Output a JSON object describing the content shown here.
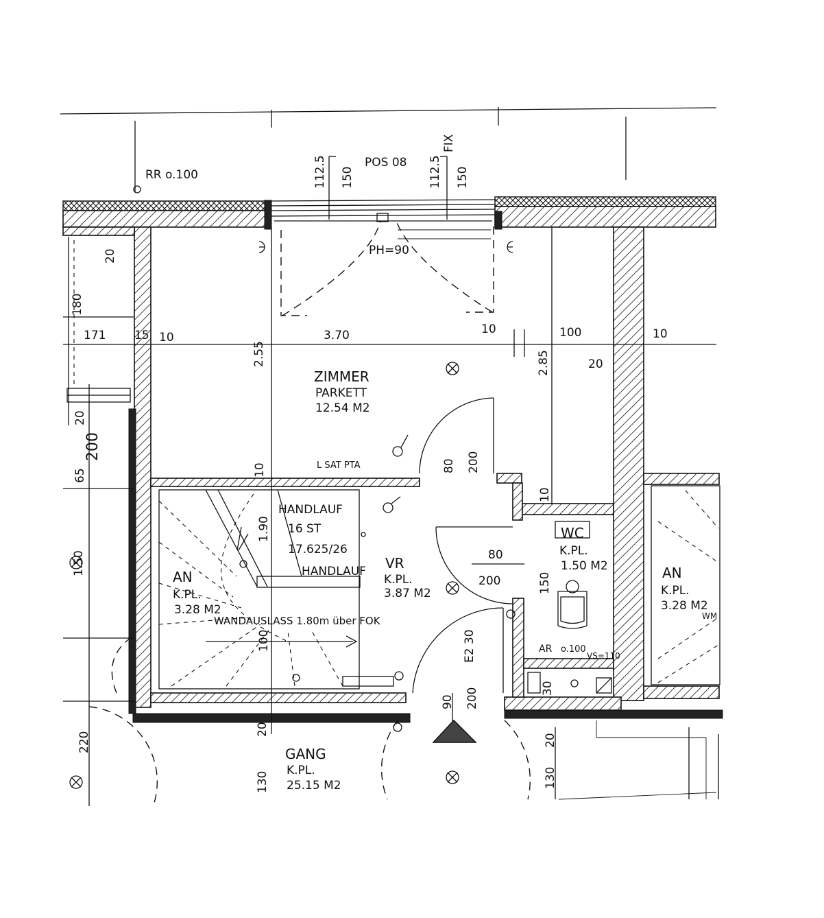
{
  "plan": {
    "top_labels": {
      "rr": "RR o.100",
      "pos": "POS 08",
      "fix": "FIX",
      "h1": "112.5",
      "h2": "150",
      "h3": "112.5",
      "h4": "150"
    },
    "dims": {
      "d20_left": "20",
      "d180": "180",
      "d171": "171",
      "d15": "15",
      "d10_a": "10",
      "d370": "3.70",
      "d10_b": "10",
      "d100": "100",
      "d10_c": "10",
      "d255": "2.55",
      "d285": "2.85",
      "d20_r": "20",
      "d20_mid": "20",
      "d200_left": "200",
      "d65": "65",
      "d80_door": "80",
      "d200_door": "200",
      "d10_stair": "10",
      "d10_wc": "10",
      "d150_left": "1.50",
      "d80_vr": "80",
      "d200_vr": "200",
      "d150_wc": "150",
      "d100_stair": "100",
      "d190": "1.90",
      "d30_e": "E2 30",
      "d90": "90",
      "d200_bot": "200",
      "d30_b": "30",
      "d220": "220",
      "d20_bot": "20",
      "d130_bot": "130",
      "d20_bot_r": "20",
      "d130_bot_r": "130",
      "d110": "110",
      "ph": "PH=90"
    },
    "rooms": {
      "zimmer": {
        "name": "ZIMMER",
        "floor": "PARKETT",
        "area": "12.54 M2"
      },
      "vr": {
        "name": "VR",
        "floor": "K.PL.",
        "area": "3.87 M2"
      },
      "wc": {
        "name": "WC",
        "floor": "K.PL.",
        "area": "1.50 M2"
      },
      "an_left": {
        "name": "AN",
        "floor": "K.PL.",
        "area": "3.28 M2"
      },
      "an_right": {
        "name": "AN",
        "floor": "K.PL.",
        "area": "3.28 M2"
      },
      "gang": {
        "name": "GANG",
        "floor": "K.PL.",
        "area": "25.15 M2"
      }
    },
    "stair": {
      "handlauf_top": "HANDLAUF",
      "steps": "16 ST",
      "ratio": "17.625/26",
      "handlauf_bot": "HANDLAUF",
      "wandauslass": "WANDAUSLASS 1.80m über FOK"
    },
    "misc": {
      "sat": "L  SAT PTA",
      "ar": "AR",
      "ar_dim": "o.100",
      "vs": "VS=110",
      "wm": "WM"
    }
  }
}
